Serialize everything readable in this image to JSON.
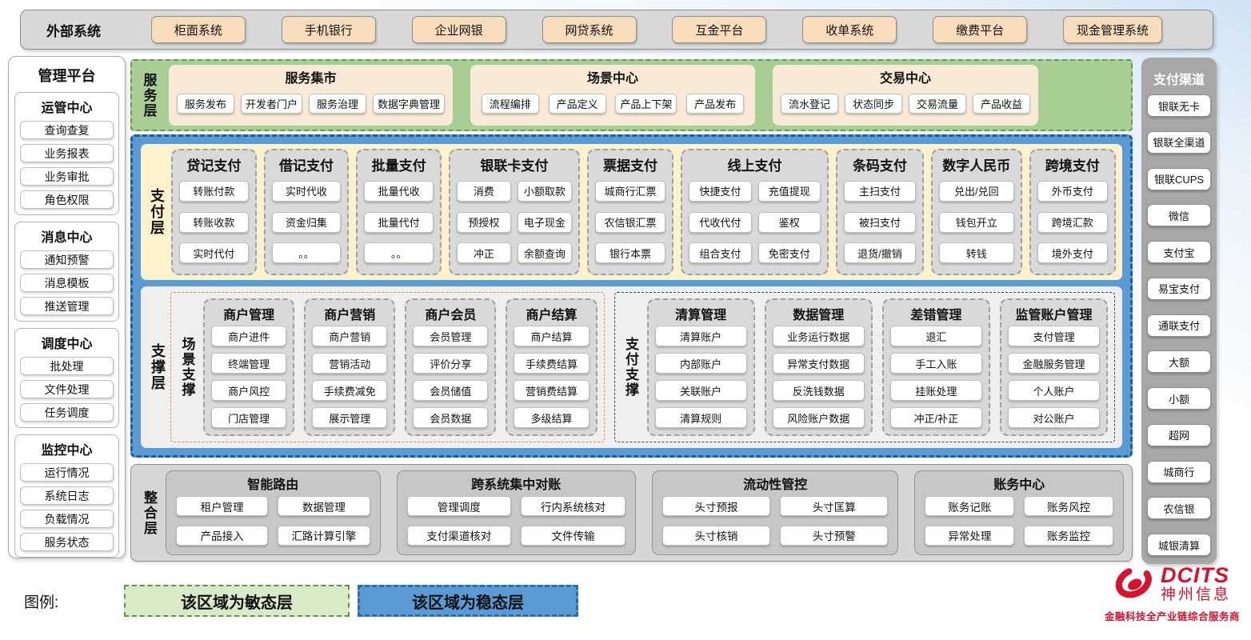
{
  "external_systems": {
    "label": "外部系统",
    "items": [
      "柜面系统",
      "手机银行",
      "企业网银",
      "网贷系统",
      "互金平台",
      "收单系统",
      "缴费平台",
      "现金管理系统"
    ]
  },
  "management_platform": {
    "title": "管理平台",
    "groups": [
      {
        "title": "运管中心",
        "items": [
          "查询查复",
          "业务报表",
          "业务审批",
          "角色权限"
        ]
      },
      {
        "title": "消息中心",
        "items": [
          "通知预警",
          "消息模板",
          "推送管理"
        ]
      },
      {
        "title": "调度中心",
        "items": [
          "批处理",
          "文件处理",
          "任务调度"
        ]
      },
      {
        "title": "监控中心",
        "items": [
          "运行情况",
          "系统日志",
          "负载情况",
          "服务状态"
        ]
      }
    ]
  },
  "service_layer": {
    "label": "服务层",
    "panels": [
      {
        "title": "服务集市",
        "items": [
          "服务发布",
          "开发者门户",
          "服务治理",
          "数据字典管理"
        ]
      },
      {
        "title": "场景中心",
        "items": [
          "流程编排",
          "产品定义",
          "产品上下架",
          "产品发布"
        ]
      },
      {
        "title": "交易中心",
        "items": [
          "流水登记",
          "状态同步",
          "交易流量",
          "产品收益"
        ]
      }
    ]
  },
  "payment_layer": {
    "label": "支付层",
    "columns": [
      {
        "title": "贷记支付",
        "items": [
          "转账付款",
          "转账收款",
          "实时代付"
        ]
      },
      {
        "title": "借记支付",
        "items": [
          "实时代收",
          "资金归集",
          "。。"
        ]
      },
      {
        "title": "批量支付",
        "items": [
          "批量代收",
          "批量代付",
          "。。"
        ]
      },
      {
        "title": "银联卡支付",
        "items": [
          "消费",
          "小额取款",
          "预授权",
          "电子现金",
          "冲正",
          "余额查询"
        ]
      },
      {
        "title": "票据支付",
        "items": [
          "城商行汇票",
          "农信银汇票",
          "银行本票"
        ]
      },
      {
        "title": "线上支付",
        "items": [
          "快捷支付",
          "充值提现",
          "代收代付",
          "鉴权",
          "组合支付",
          "免密支付"
        ]
      },
      {
        "title": "条码支付",
        "items": [
          "主扫支付",
          "被扫支付",
          "退货/撤销"
        ]
      },
      {
        "title": "数字人民币",
        "items": [
          "兑出/兑回",
          "钱包开立",
          "转钱"
        ]
      },
      {
        "title": "跨境支付",
        "items": [
          "外币支付",
          "跨境汇款",
          "境外支付"
        ]
      }
    ]
  },
  "support_layer": {
    "label": "支撑层",
    "sections": [
      {
        "label": "场景支撑",
        "columns": [
          {
            "title": "商户管理",
            "items": [
              "商户进件",
              "终端管理",
              "商户风控",
              "门店管理"
            ]
          },
          {
            "title": "商户营销",
            "items": [
              "商户营销",
              "营销活动",
              "手续费减免",
              "展示管理"
            ]
          },
          {
            "title": "商户会员",
            "items": [
              "会员管理",
              "评价分享",
              "会员储值",
              "会员数据"
            ]
          },
          {
            "title": "商户结算",
            "items": [
              "商户结算",
              "手续费结算",
              "营销费结算",
              "多级结算"
            ]
          }
        ]
      },
      {
        "label": "支付支撑",
        "columns": [
          {
            "title": "清算管理",
            "items": [
              "清算账户",
              "内部账户",
              "关联账户",
              "清算规则"
            ]
          },
          {
            "title": "数据管理",
            "items": [
              "业务运行数据",
              "异常支付数据",
              "反洗钱数据",
              "风险账户数据"
            ]
          },
          {
            "title": "差错管理",
            "items": [
              "退汇",
              "手工入账",
              "挂账处理",
              "冲正/补正"
            ]
          },
          {
            "title": "监管账户管理",
            "items": [
              "支付管理",
              "金融服务管理",
              "个人账户",
              "对公账户"
            ]
          }
        ]
      }
    ]
  },
  "integration_layer": {
    "label": "整合层",
    "panels": [
      {
        "title": "智能路由",
        "items": [
          "租户管理",
          "数据管理",
          "产品接入",
          "汇路计算引擎"
        ]
      },
      {
        "title": "跨系统集中对账",
        "items": [
          "管理调度",
          "行内系统核对",
          "支付渠道核对",
          "文件传输"
        ]
      },
      {
        "title": "流动性管控",
        "items": [
          "头寸预报",
          "头寸匡算",
          "头寸核销",
          "头寸预警"
        ]
      },
      {
        "title": "账务中心",
        "items": [
          "账务记账",
          "账务风控",
          "异常处理",
          "账务监控"
        ]
      }
    ]
  },
  "payment_channels": {
    "title": "支付渠道",
    "items": [
      "银联无卡",
      "银联全渠道",
      "银联CUPS",
      "微信",
      "支付宝",
      "易宝支付",
      "通联支付",
      "大额",
      "小额",
      "超网",
      "城商行",
      "农信银",
      "城银清算"
    ]
  },
  "legend": {
    "label": "图例:",
    "agile": "该区域为敏态层",
    "stable": "该区域为稳态层"
  },
  "logo": {
    "name": "DCITS",
    "company": "神州信息",
    "tagline": "金融科技全产业链综合服务商"
  },
  "colors": {
    "stable_blue": "#5b9bd5",
    "agile_green": "#a9ce93",
    "payment_yellow": "#fdf2cb",
    "panel_tan": "#f7ddbb",
    "brand_red": "#d6122e"
  }
}
